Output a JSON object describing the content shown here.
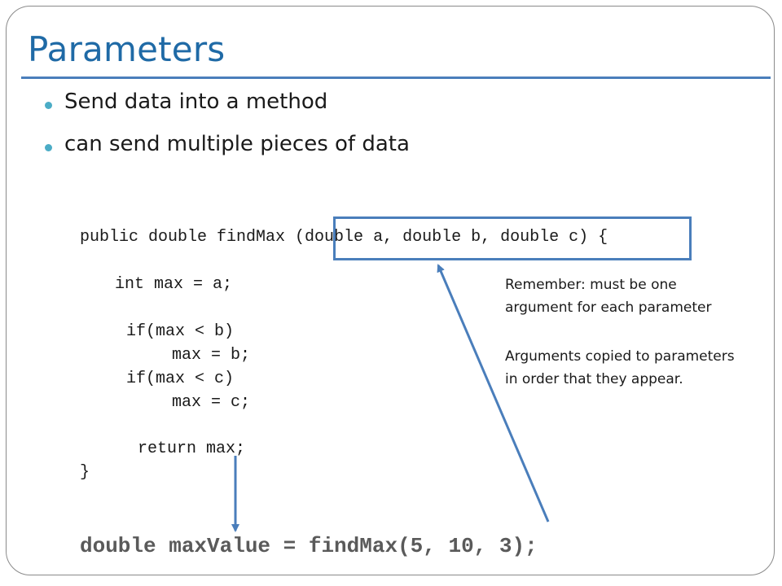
{
  "slide": {
    "title": "Parameters",
    "bullets": [
      "Send data into a method",
      "can send multiple pieces of data"
    ],
    "code": {
      "signature_prefix": "public double findMax ",
      "signature_params": "(double a, double b, double c)",
      "signature_suffix": " {",
      "lines": [
        "int max = a;",
        "if(max < b)",
        "max = b;",
        "if(max < c)",
        "max = c;",
        "return max;",
        "}"
      ]
    },
    "notes": {
      "note1_line1": "Remember: must be one",
      "note1_line2": "argument for each parameter",
      "note2_line1": "Arguments copied to parameters",
      "note2_line2": "in order that they appear."
    },
    "call_line": "double maxValue = findMax(5, 10, 3);",
    "colors": {
      "title": "#1f6aa6",
      "rule": "#4a7ebb",
      "bullet": "#4bacc6",
      "arrow": "#4a7ebb",
      "call_text": "#5a5a5a"
    }
  }
}
